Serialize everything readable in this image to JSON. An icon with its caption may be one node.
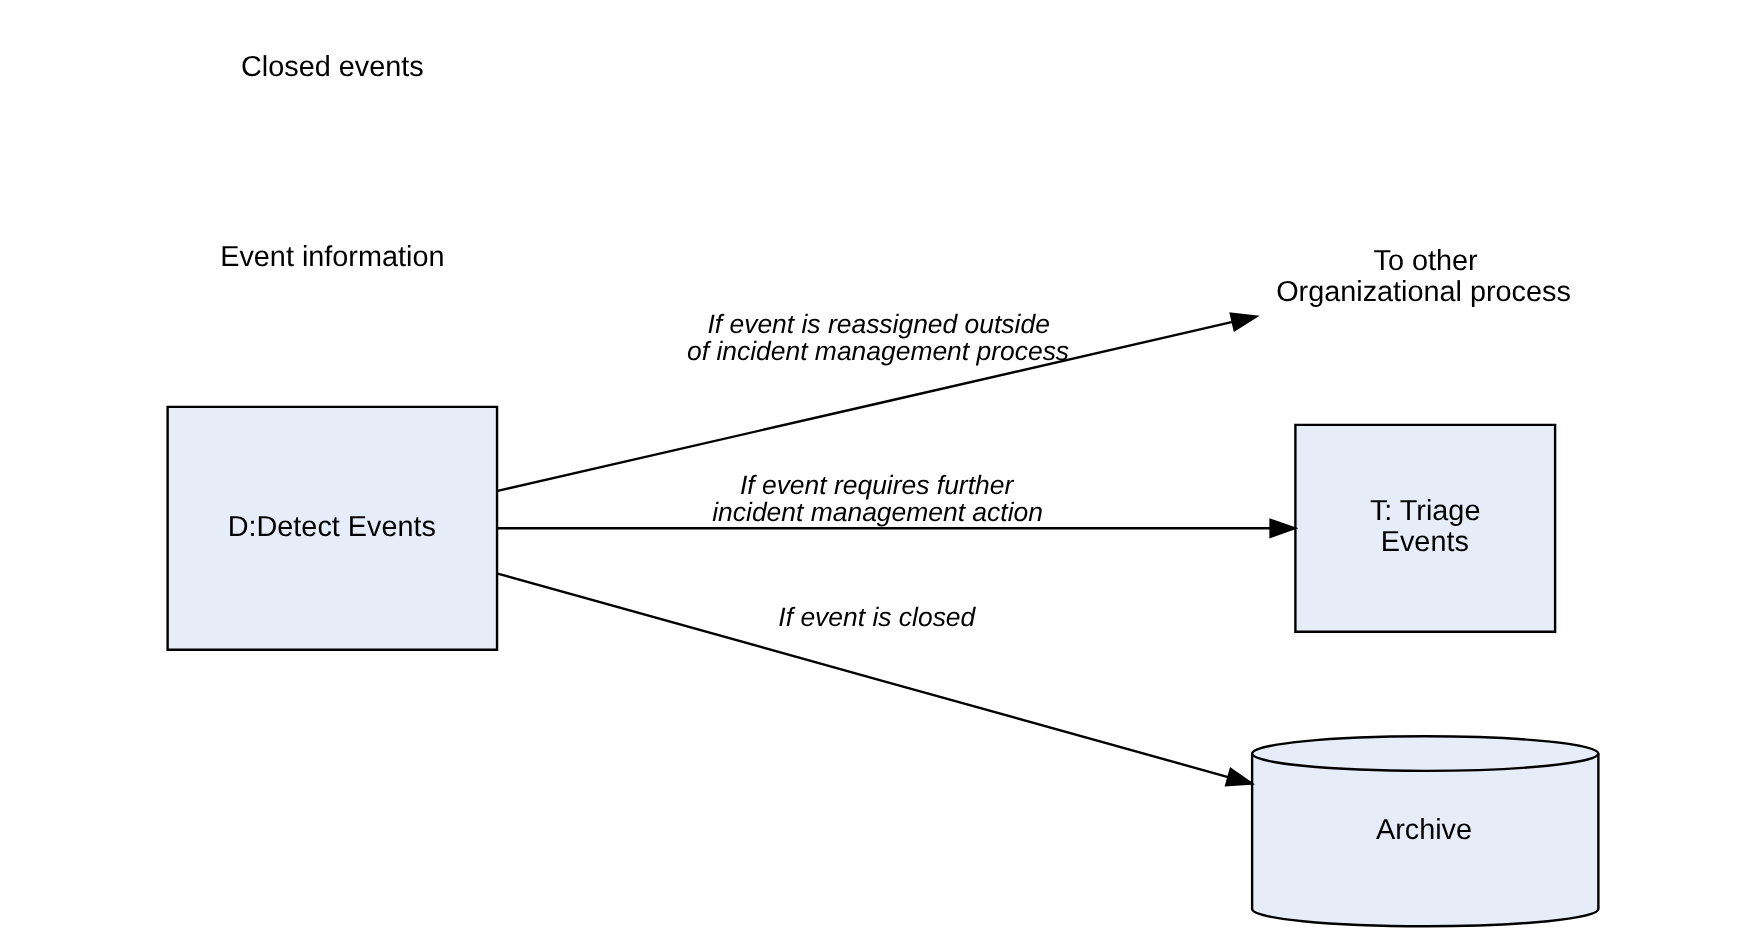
{
  "diagram": {
    "nodes": [
      {
        "text": [
          "D:Detect Events"
        ]
      },
      {
        "text": [
          "To other Organizational process"
        ]
      },
      {
        "text": [
          "T: Triage Events"
        ]
      },
      {
        "text": [
          "Archive"
        ]
      }
    ],
    "edges": [
      {
        "from": 0,
        "to": 1,
        "arrow": "to",
        "label": "If event is reassigned outside of incident management process"
      },
      {
        "from": 0,
        "to": 2,
        "arrow": "to",
        "label": "If event requires further incident management action"
      },
      {
        "from": 0,
        "to": 3,
        "arrow": "to",
        "label": "If event is closed"
      }
    ],
    "labels": [
      "Event information",
      "Closed events"
    ]
  }
}
